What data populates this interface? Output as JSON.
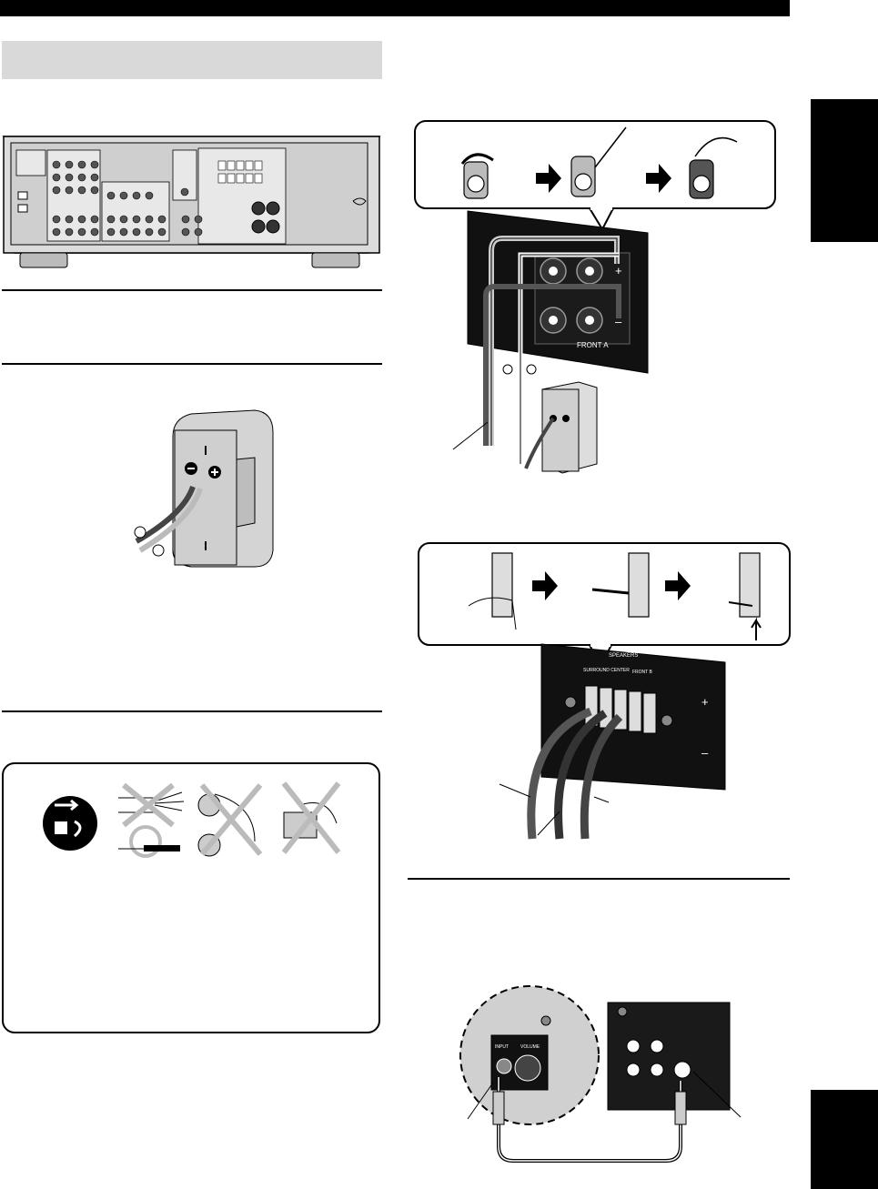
{
  "panel_labels": {
    "front_a": "FRONT A",
    "speakers": "SPEAKERS",
    "surround_center": "SURROUND CENTER",
    "front_b": "FRONT B",
    "input": "INPUT",
    "volume": "VOLUME"
  },
  "terminal_signs": {
    "plus": "+",
    "minus": "–"
  },
  "tab": {
    "color": "#000000"
  },
  "header_bar": {
    "color": "#000000"
  },
  "section_box": {
    "color": "#d9d9d9"
  }
}
